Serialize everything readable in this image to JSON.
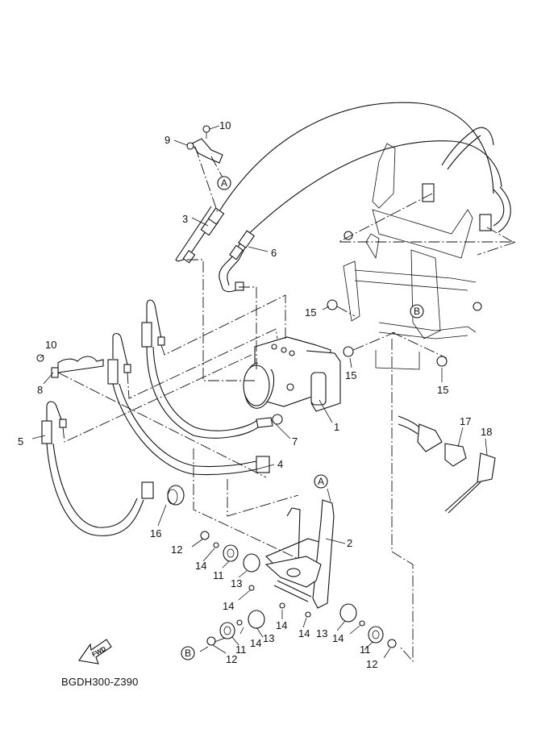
{
  "diagram": {
    "title": "ABS hydraulic unit assembly",
    "drawing_code": "BGDH300-Z390",
    "direction_marker": "FWD",
    "reference_marks": [
      "A",
      "B"
    ],
    "callouts": [
      {
        "id": "c1",
        "label": "1"
      },
      {
        "id": "c2",
        "label": "2"
      },
      {
        "id": "c3",
        "label": "3"
      },
      {
        "id": "c4",
        "label": "4"
      },
      {
        "id": "c5",
        "label": "5"
      },
      {
        "id": "c6",
        "label": "6"
      },
      {
        "id": "c7",
        "label": "7"
      },
      {
        "id": "c8",
        "label": "8"
      },
      {
        "id": "c9",
        "label": "9"
      },
      {
        "id": "c10a",
        "label": "10"
      },
      {
        "id": "c10b",
        "label": "10"
      },
      {
        "id": "c11a",
        "label": "11"
      },
      {
        "id": "c11b",
        "label": "11"
      },
      {
        "id": "c11c",
        "label": "11"
      },
      {
        "id": "c12a",
        "label": "12"
      },
      {
        "id": "c12b",
        "label": "12"
      },
      {
        "id": "c12c",
        "label": "12"
      },
      {
        "id": "c13a",
        "label": "13"
      },
      {
        "id": "c13b",
        "label": "13"
      },
      {
        "id": "c13c",
        "label": "13"
      },
      {
        "id": "c14a",
        "label": "14"
      },
      {
        "id": "c14b",
        "label": "14"
      },
      {
        "id": "c14c",
        "label": "14"
      },
      {
        "id": "c14d",
        "label": "14"
      },
      {
        "id": "c14e",
        "label": "14"
      },
      {
        "id": "c14f",
        "label": "14"
      },
      {
        "id": "c15a",
        "label": "15"
      },
      {
        "id": "c15b",
        "label": "15"
      },
      {
        "id": "c15c",
        "label": "15"
      },
      {
        "id": "c16",
        "label": "16"
      },
      {
        "id": "c17",
        "label": "17"
      },
      {
        "id": "c18",
        "label": "18"
      }
    ],
    "refs": [
      {
        "id": "rA1",
        "label": "A"
      },
      {
        "id": "rA2",
        "label": "A"
      },
      {
        "id": "rB1",
        "label": "B"
      },
      {
        "id": "rB2",
        "label": "B"
      }
    ]
  }
}
